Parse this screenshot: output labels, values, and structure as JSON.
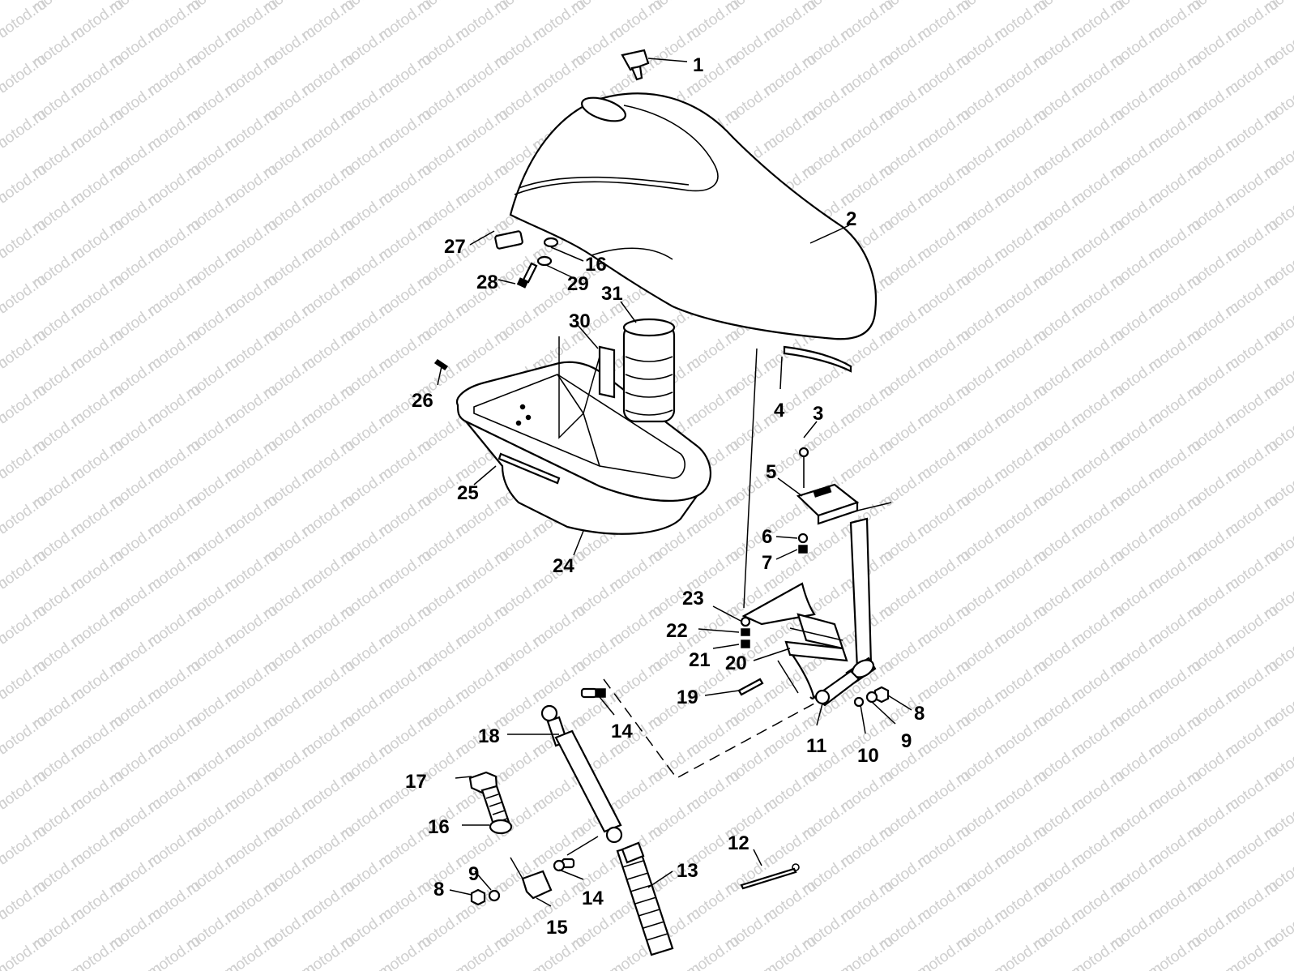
{
  "watermark": "motod.ru",
  "callouts": {
    "c1": "1",
    "c2": "2",
    "c3": "3",
    "c4": "4",
    "c5": "5",
    "c6": "6",
    "c7": "7",
    "c8a": "8",
    "c8b": "8",
    "c9a": "9",
    "c9b": "9",
    "c10": "10",
    "c11": "11",
    "c12": "12",
    "c13": "13",
    "c14a": "14",
    "c14b": "14",
    "c15": "15",
    "c16a": "16",
    "c16b": "16",
    "c17": "17",
    "c18": "18",
    "c19": "19",
    "c20": "20",
    "c21": "21",
    "c22": "22",
    "c23": "23",
    "c24": "24",
    "c25": "25",
    "c26": "26",
    "c27": "27",
    "c28": "28",
    "c29": "29",
    "c30": "30",
    "c31": "31"
  },
  "colors": {
    "line": "#000000",
    "watermark": "#cfcfcf",
    "background": "#ffffff"
  }
}
